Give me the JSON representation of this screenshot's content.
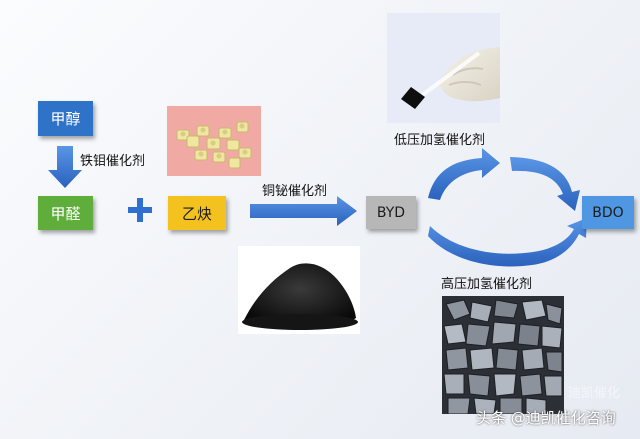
{
  "nodes": {
    "methanol": "甲醇",
    "formaldehyde": "甲醛",
    "acetylene": "乙炔",
    "byd": "BYD",
    "bdo": "BDO"
  },
  "labels": {
    "fe_mo_catalyst": "铁钼催化剂",
    "cu_bi_catalyst": "铜铋催化剂",
    "low_pressure": "低压加氢催化剂",
    "high_pressure": "高压加氢催化剂"
  },
  "plus_symbol": "+",
  "watermark": {
    "prefix": "头条",
    "handle": "@迪凯催化咨询",
    "faint": "迪凯催化"
  },
  "colors": {
    "methanol_box": "#2f73c9",
    "formaldehyde_box": "#5fae3b",
    "acetylene_box": "#f4c21f",
    "byd_box": "#b7b7b7",
    "bdo_box": "#4f97e3",
    "arrow_blue": "#3b77d0"
  }
}
